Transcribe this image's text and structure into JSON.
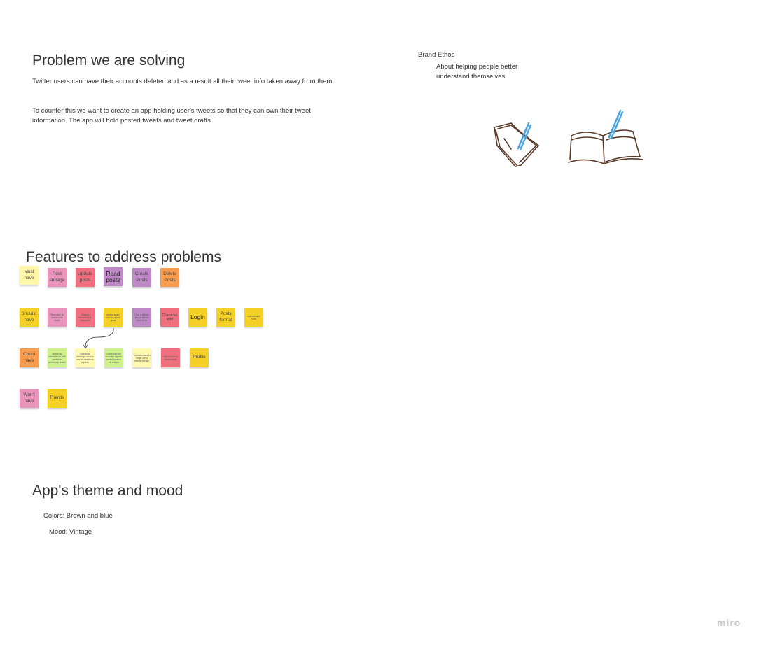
{
  "problem": {
    "title": "Problem we are solving",
    "paragraph1": "Twitter users can have their accounts deleted and as a result all their tweet info taken away from them",
    "paragraph2": "To counter this we want to create an app holding user's tweets so that they can own their tweet information. The app will hold posted tweets and tweet drafts."
  },
  "brand": {
    "label": "Brand Ethos",
    "text": "About helping people better understand themselves"
  },
  "features": {
    "title": "Features to address problems",
    "must_have": [
      "Must have",
      "Post storage",
      "Update posts",
      "Read posts",
      "Create Posts",
      "Delete Posts"
    ],
    "should_have": [
      "Shoul d have",
      "Reminders for tweets from drafts",
      "Sharing items/tweets categories",
      "remind again user to upload posts",
      "Click a feature and download them to file",
      "Character limit",
      "Login",
      "Posts format",
      "customizable fonts"
    ],
    "could_have": [
      "Could have",
      "searching tweets/items with prediction previously tested",
      "Download drawings users to see the tweets as a prints",
      "Users can see common caption added posts in the archive",
      "Tutorials users to begin use a friends storage",
      "Import posts to social media",
      "Profile"
    ],
    "wont_have": [
      "Won't have",
      "Friends"
    ]
  },
  "theme": {
    "title": "App's theme and mood",
    "colors": "Colors: Brown and blue",
    "mood": "Mood: Vintage"
  },
  "colors": {
    "brown_sketch": "#5a3b2a",
    "blue_pen": "#4aa3df"
  },
  "branding": {
    "logo": "miro"
  }
}
